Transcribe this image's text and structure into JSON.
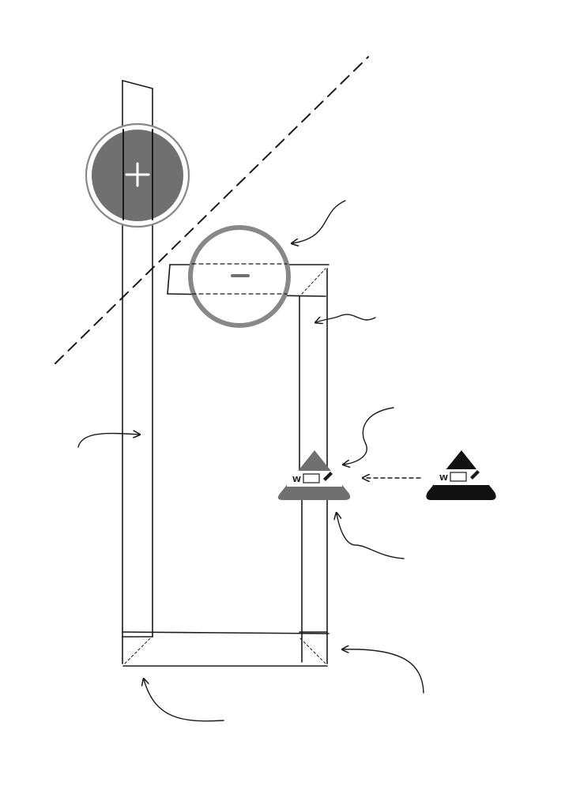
{
  "colors": {
    "ink": "#1b1b1b",
    "grey_fill": "#707070",
    "grey_ring": "#888888",
    "black_fill": "#111111",
    "band_fill": "#ffffff"
  },
  "badges": {
    "grey": {
      "letter": "W",
      "icon": "pencil-icon"
    },
    "black": {
      "letter": "W",
      "icon": "pencil-icon"
    }
  },
  "symbols": {
    "plus_circle": "plus-icon",
    "minus_circle": "minus-icon",
    "cut_line": "dashed-diagonal-line"
  }
}
